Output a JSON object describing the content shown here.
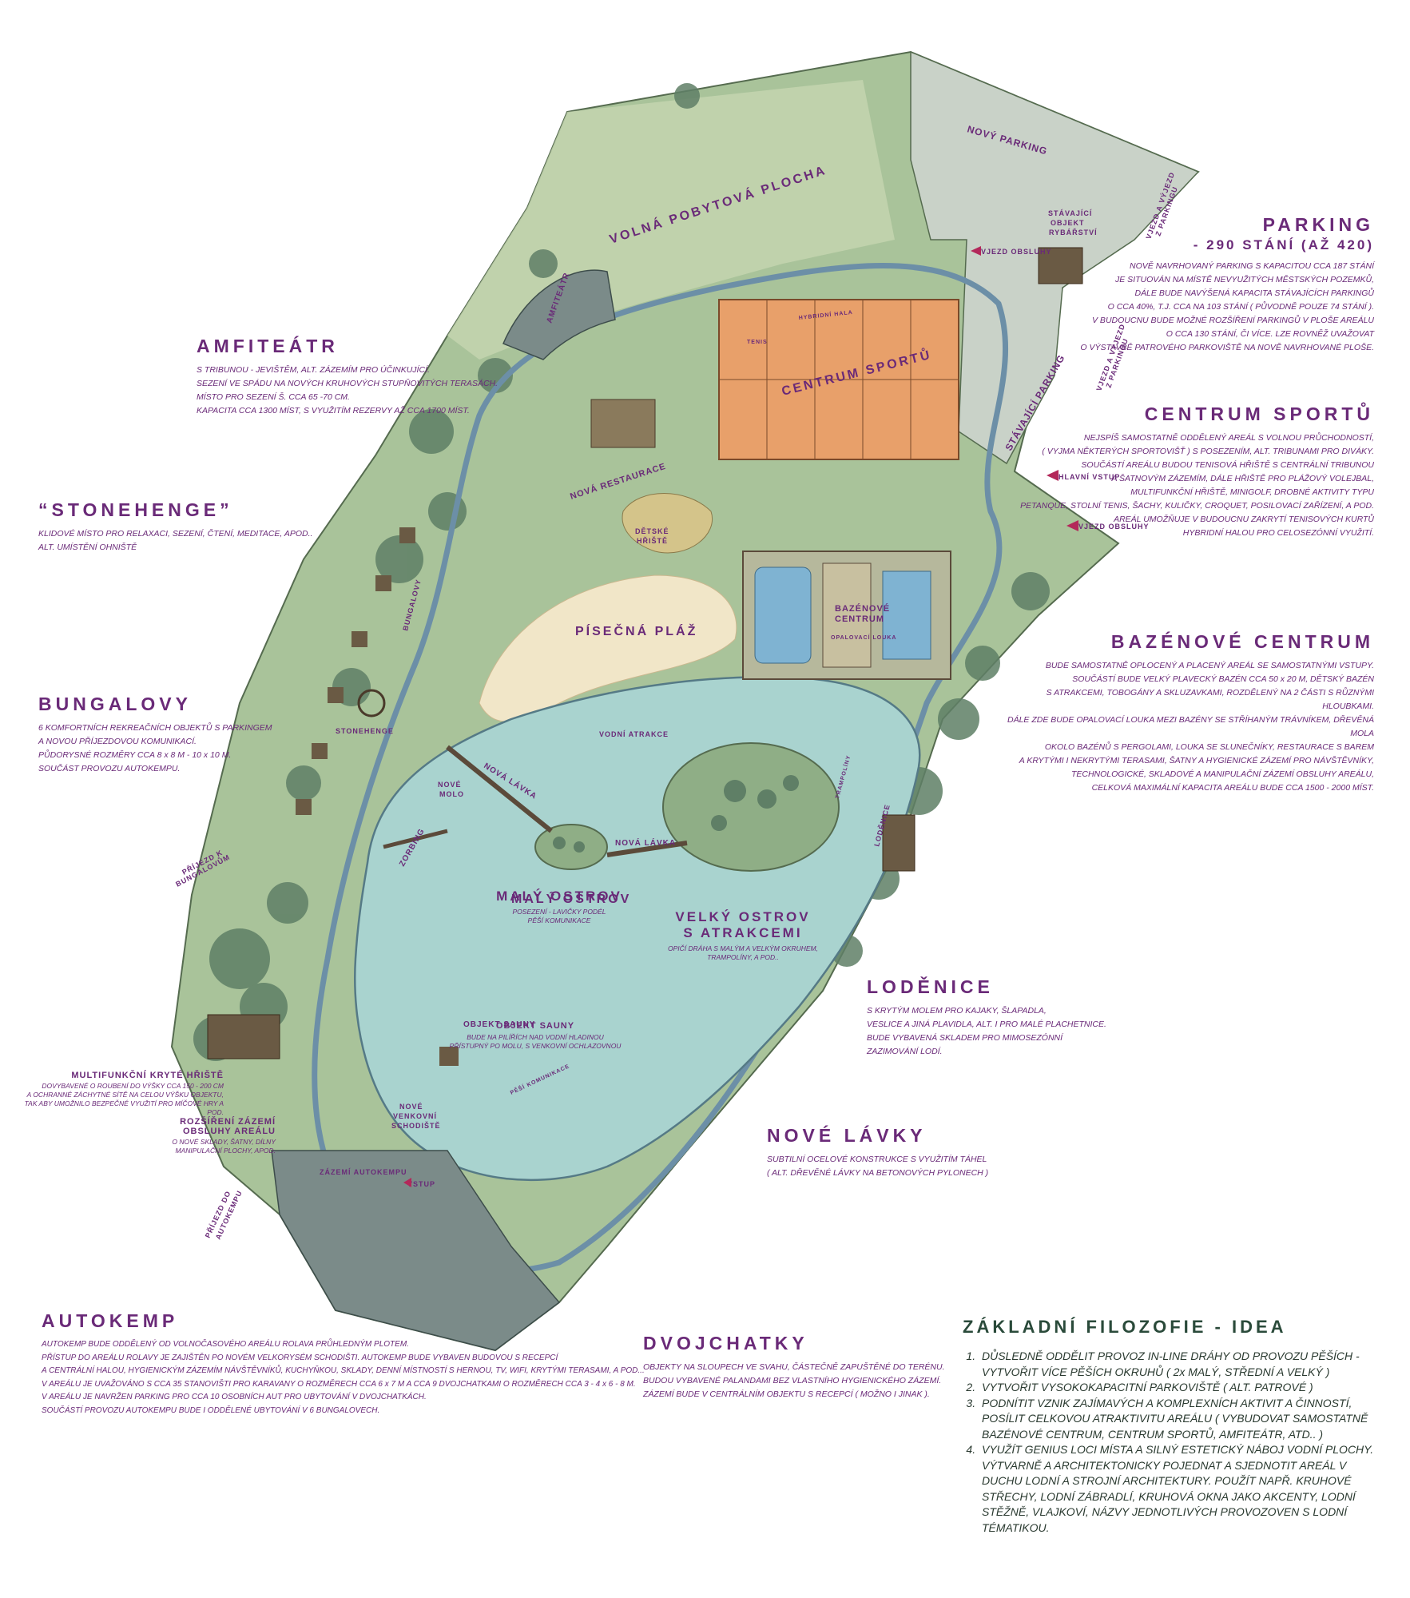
{
  "map_labels": {
    "volna": "VOLNÁ POBYTOVÁ PLOCHA",
    "novy_parking": "NOVÝ PARKING",
    "stavajici_objekt": [
      "STÁVAJÍCÍ",
      "OBJEKT",
      "RYBÁŘSTVÍ"
    ],
    "vjezd_obsluhy_1": "VJEZD OBSLUHY",
    "vjezd_parking_1": [
      "VJEZD A VÝJEZD",
      "Z PARKINGU"
    ],
    "vjezd_parking_2": [
      "VJEZD A VÝJEZD",
      "Z PARKINGU"
    ],
    "stavajici_parking": "STÁVAJÍCÍ PARKING",
    "hlavni_vstup": "HLAVNÍ VSTUP",
    "vjezd_obsluhy_2": "VJEZD OBSLUHY",
    "centrum_sportu": "CENTRUM SPORTŮ",
    "hybridni_hala": "HYBRIDNÍ HALA",
    "tenis": "TENIS",
    "nova_restaurace": "NOVÁ RESTAURACE",
    "detske_hriste": [
      "DĚTSKÉ",
      "HŘIŠTĚ"
    ],
    "pisecna_plaz": "PÍSEČNÁ PLÁŽ",
    "bazenove_centrum_map": [
      "BAZÉNOVÉ",
      "CENTRUM"
    ],
    "opalovaci_louka": "OPALOVACÍ LOUKA",
    "stonehenge_map": "STONEHENGE",
    "bungalovy_map": "BUNGALOVY",
    "vodni_atrakce": "VODNÍ ATRAKCE",
    "nova_lavka_1": "NOVÁ LÁVKA",
    "nova_lavka_2": "NOVÁ LÁVKA",
    "nove_molo": [
      "NOVÉ",
      "MOLO"
    ],
    "zorbing": "ZORBING",
    "amfiteatr_map": "AMFITEÁTR",
    "lodenice_map": "LODĚNICE",
    "trampoliny": "TRAMPOLÍNY",
    "objekt_sauny_map": "OBJEKT SAUNY",
    "pesi_komunikace": "PĚŠÍ KOMUNIKACE",
    "nove_schodiste": [
      "NOVÉ",
      "VENKOVNÍ",
      "SCHODIŠTĚ"
    ],
    "zazemi_autokempu": "ZÁZEMÍ AUTOKEMPU",
    "vstup": "VSTUP",
    "prijezd_bungalovum": [
      "PŘÍJEZD K",
      "BUNGALOVŮM"
    ],
    "prijezd_autokempu": [
      "PŘÍJEZD DO",
      "AUTOKEMPU"
    ],
    "maly_ostrov_title": "MALÝ OSTROV",
    "maly_ostrov_text": "POSEZENÍ - LAVIČKY PODÉL\nPĚŠÍ KOMUNIKACE",
    "velky_ostrov_title": [
      "VELKÝ OSTROV",
      "S ATRAKCEMI"
    ],
    "velky_ostrov_text": "OPIČÍ DRÁHA S MALÝM A VELKÝM OKRUHEM,\nTRAMPOLÍNY, A POD..",
    "objekt_sauny_title": "OBJEKT SAUNY",
    "objekt_sauny_text": "BUDE NA PILÍŘÍCH NAD VODNÍ HLADINOU\nPŘÍSTUPNÝ PO MOLU, S VENKOVNÍ OCHLAZOVNOU"
  },
  "sections": {
    "parking": {
      "title": "PARKING",
      "subtitle": "- 290 STÁNÍ (AŽ 420)",
      "text": "NOVĚ NAVRHOVANÝ PARKING S KAPACITOU CCA 187 STÁNÍ\nJE SITUOVÁN NA MÍSTĚ NEVYUŽITÝCH MĚSTSKÝCH POZEMKŮ,\nDÁLE BUDE NAVÝŠENÁ KAPACITA STÁVAJÍCÍCH PARKINGŮ\nO CCA 40%, T.J. CCA NA 103 STÁNÍ ( PŮVODNĚ POUZE 74 STÁNÍ ).\nV BUDOUCNU BUDE MOŽNÉ ROZŠÍŘENÍ PARKINGŮ V PLOŠE AREÁLU\nO CCA 130 STÁNÍ, ČI VÍCE. LZE ROVNĚŽ UVAŽOVAT\nO VÝSTAVBĚ PATROVÉHO PARKOVIŠTĚ NA NOVĚ NAVRHOVANÉ PLOŠE."
    },
    "amfiteatr": {
      "title": "AMFITEÁTR",
      "text": "S TRIBUNOU - JEVIŠTĚM, ALT. ZÁZEMÍM PRO ÚČINKUJÍCÍ.\nSEZENÍ VE SPÁDU NA NOVÝCH KRUHOVÝCH STUPŇOVITÝCH TERASÁCH.\nMÍSTO PRO SEZENÍ Š. CCA 65 -70 CM.\nKAPACITA CCA 1300 MÍST, S VYUŽITÍM REZERVY AŽ CCA 1700 MÍST."
    },
    "centrum": {
      "title": "CENTRUM SPORTŮ",
      "text": "NEJSPÍŠ SAMOSTATNĚ ODDĚLENÝ AREÁL S VOLNOU PRŮCHODNOSTÍ,\n( VYJMA NĚKTERÝCH SPORTOVIŠŤ ) S POSEZENÍM, ALT. TRIBUNAMI PRO DIVÁKY.\nSOUČÁSTÍ AREÁLU BUDOU TENISOVÁ HŘIŠTĚ S CENTRÁLNÍ TRIBUNOU\nA ŠATNOVÝM ZÁZEMÍM, DÁLE HŘIŠTĚ PRO PLÁŽOVÝ VOLEJBAL,\nMULTIFUNKČNÍ HŘIŠTĚ, MINIGOLF, DROBNÉ AKTIVITY TYPU\nPETANQUE, STOLNÍ TENIS, ŠACHY, KULIČKY, CROQUET, POSILOVACÍ ZAŘÍZENÍ, A POD.\nAREÁL UMOŽŇUJE V BUDOUCNU ZAKRYTÍ TENISOVÝCH KURTŮ\nHYBRIDNÍ HALOU PRO CELOSEZÓNNÍ VYUŽITÍ."
    },
    "stonehenge": {
      "title": "“STONEHENGE”",
      "text": "KLIDOVÉ MÍSTO PRO RELAXACI, SEZENÍ, ČTENÍ, MEDITACE, APOD..\nALT. UMÍSTĚNÍ OHNIŠTĚ"
    },
    "bazenove": {
      "title": "BAZÉNOVÉ CENTRUM",
      "text": "BUDE SAMOSTATNĚ OPLOCENÝ A PLACENÝ AREÁL SE SAMOSTATNÝMI VSTUPY.\nSOUČÁSTÍ BUDE VELKÝ PLAVECKÝ BAZÉN CCA 50 x 20 M, DĚTSKÝ BAZÉN\nS ATRAKCEMI, TOBOGÁNY A SKLUZAVKAMI, ROZDĚLENÝ NA 2 ČÁSTI S RŮZNÝMI HLOUBKAMI.\nDÁLE ZDE BUDE OPALOVACÍ LOUKA MEZI BAZÉNY SE STŘÍHANÝM TRÁVNÍKEM, DŘEVĚNÁ MOLA\nOKOLO BAZÉNŮ S PERGOLAMI, LOUKA SE SLUNEČNÍKY, RESTAURACE S BAREM\nA KRYTÝMI I NEKRYTÝMI TERASAMI, ŠATNY A HYGIENICKÉ ZÁZEMÍ PRO NÁVŠTĚVNÍKY,\nTECHNOLOGICKÉ, SKLADOVÉ A MANIPULAČNÍ ZÁZEMÍ OBSLUHY AREÁLU,\nCELKOVÁ MAXIMÁLNÍ KAPACITA AREÁLU BUDE CCA 1500 - 2000 MÍST."
    },
    "bungalovy": {
      "title": "BUNGALOVY",
      "text": "6 KOMFORTNÍCH REKREAČNÍCH OBJEKTŮ S PARKINGEM\nA NOVOU PŘÍJEZDOVOU KOMUNIKACÍ.\nPŮDORYSNÉ ROZMĚRY CCA 8 x 8 M - 10 x 10 M.\nSOUČÁST PROVOZU AUTOKEMPU."
    },
    "lodenice": {
      "title": "LODĚNICE",
      "text": "S KRYTÝM MOLEM PRO KAJAKY, ŠLAPADLA,\nVESLICE A JINÁ PLAVIDLA, ALT. I PRO MALÉ PLACHETNICE.\nBUDE VYBAVENÁ SKLADEM PRO MIMOSEZÓNNÍ\nZAZIMOVÁNÍ LODÍ."
    },
    "multi": {
      "title": "MULTIFUNKČNÍ KRYTÉ HŘIŠTĚ",
      "text": "DOVYBAVENÉ O ROUBENÍ DO VÝŠKY CCA 150 - 200 CM\nA OCHRANNÉ ZÁCHYTNÉ SÍTĚ NA CELOU VÝŠKU OBJEKTU,\nTAK ABY UMOŽNILO BEZPEČNÉ VYUŽITÍ PRO MÍČOVÉ HRY A POD."
    },
    "rozsireni": {
      "title": "ROZŠÍŘENÍ ZÁZEMÍ\nOBSLUHY AREÁLU",
      "text": "O NOVÉ SKLADY, ŠATNY, DÍLNY\nMANIPULAČNÍ PLOCHY, APOD."
    },
    "nove_lavky": {
      "title": "NOVÉ LÁVKY",
      "text": "SUBTILNÍ OCELOVÉ KONSTRUKCE S VYUŽITÍM TÁHEL\n( ALT. DŘEVĚNÉ LÁVKY NA BETONOVÝCH PYLONECH )"
    },
    "autokemp": {
      "title": "AUTOKEMP",
      "text": "AUTOKEMP BUDE ODDĚLENÝ OD VOLNOČASOVÉHO AREÁLU ROLAVA PRŮHLEDNÝM PLOTEM.\nPŘÍSTUP DO AREÁLU ROLAVY JE ZAJIŠTĚN PO NOVÉM VELKORYSÉM SCHODIŠTI. AUTOKEMP BUDE VYBAVEN BUDOVOU S RECEPCÍ\nA CENTRÁLNÍ HALOU, HYGIENICKÝM ZÁZEMÍM NÁVŠTĚVNÍKŮ, KUCHYŇKOU, SKLADY, DENNÍ MÍSTNOSTÍ S HERNOU, TV, WIFI, KRYTÝMI TERASAMI, A POD...\nV AREÁLU JE UVAŽOVÁNO S CCA 35 STANOVIŠTI PRO KARAVANY O ROZMĚRECH CCA 6 x 7 M A CCA 9 DVOJCHATKAMI O ROZMĚRECH CCA 3 - 4 x 6 - 8 M.\nV AREÁLU JE NAVRŽEN PARKING PRO CCA 10 OSOBNÍCH AUT PRO UBYTOVÁNÍ V DVOJCHATKÁCH.\nSOUČÁSTÍ PROVOZU AUTOKEMPU BUDE I ODDĚLENÉ UBYTOVÁNÍ V 6 BUNGALOVECH."
    },
    "dvojchatky": {
      "title": "DVOJCHATKY",
      "text": "OBJEKTY NA SLOUPECH VE SVAHU, ČÁSTEČNĚ ZAPUŠTĚNÉ DO TERÉNU.\nBUDOU VYBAVENÉ PALANDAMI BEZ VLASTNÍHO HYGIENICKÉHO ZÁZEMÍ.\nZÁZEMÍ BUDE V CENTRÁLNÍM OBJEKTU S RECEPCÍ ( MOŽNO I JINAK )."
    }
  },
  "idea": {
    "title": "ZÁKLADNÍ FILOZOFIE - IDEA",
    "items": [
      "DŮSLEDNĚ ODDĚLIT PROVOZ IN-LINE DRÁHY OD PROVOZU PĚŠÍCH - VYTVOŘIT VÍCE PĚŠÍCH OKRUHŮ ( 2x MALÝ, STŘEDNÍ A VELKÝ )",
      "VYTVOŘIT VYSOKOKAPACITNÍ PARKOVIŠTĚ ( ALT. PATROVÉ )",
      "PODNÍTIT VZNIK ZAJÍMAVÝCH A KOMPLEXNÍCH AKTIVIT A ČINNOSTÍ, POSÍLIT CELKOVOU ATRAKTIVITU AREÁLU ( VYBUDOVAT SAMOSTATNĚ BAZÉNOVÉ CENTRUM, CENTRUM SPORTŮ, AMFITEÁTR, ATD.. )",
      "VYUŽÍT GENIUS LOCI MÍSTA A SILNÝ ESTETICKÝ NÁBOJ VODNÍ PLOCHY. VÝTVARNĚ A ARCHITEKTONICKY POJEDNAT A SJEDNOTIT AREÁL V DUCHU LODNÍ A STROJNÍ ARCHITEKTURY. POUŽÍT NAPŘ. KRUHOVÉ STŘECHY, LODNÍ ZÁBRADLÍ, KRUHOVÁ OKNA JAKO AKCENTY, LODNÍ STĚŽNĚ, VLAJKOVÍ, NÁZVY JEDNOTLIVÝCH PROVOZOVEN S LODNÍ TÉMATIKOU."
    ]
  },
  "colors": {
    "grass": "#a9c39a",
    "grass_dark": "#8fae86",
    "lake": "#a9d3cf",
    "path": "#6c8fa7",
    "sport": "#e8a06a",
    "pool": "#7fb3d2",
    "sand": "#f1e6c8",
    "text": "#6a2a78",
    "idea": "#2a4a3a"
  }
}
